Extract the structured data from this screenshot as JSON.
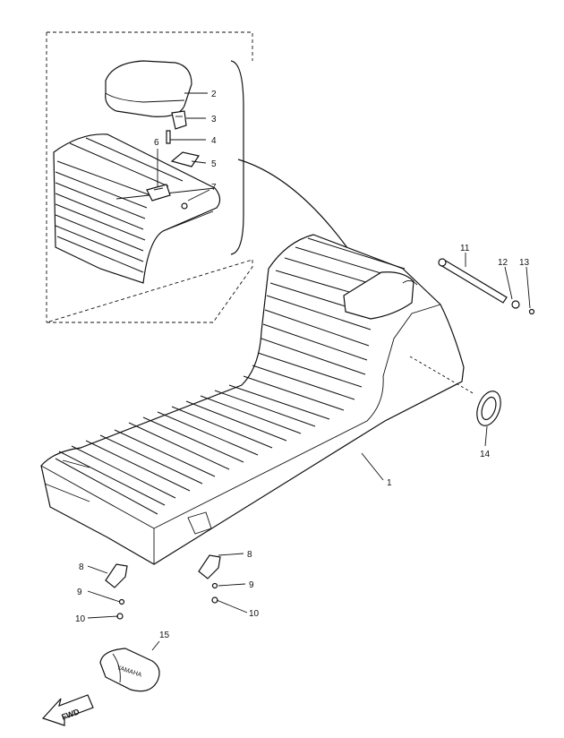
{
  "diagram": {
    "callouts": [
      {
        "id": "c2",
        "text": "2"
      },
      {
        "id": "c3",
        "text": "3"
      },
      {
        "id": "c4",
        "text": "4"
      },
      {
        "id": "c5",
        "text": "5"
      },
      {
        "id": "c6",
        "text": "6"
      },
      {
        "id": "c7",
        "text": "7"
      },
      {
        "id": "c11",
        "text": "11"
      },
      {
        "id": "c12",
        "text": "12"
      },
      {
        "id": "c13",
        "text": "13"
      },
      {
        "id": "c14",
        "text": "14"
      },
      {
        "id": "c1",
        "text": "1"
      },
      {
        "id": "c8a",
        "text": "8"
      },
      {
        "id": "c8b",
        "text": "8"
      },
      {
        "id": "c9a",
        "text": "9"
      },
      {
        "id": "c9b",
        "text": "9"
      },
      {
        "id": "c10a",
        "text": "10"
      },
      {
        "id": "c10b",
        "text": "10"
      },
      {
        "id": "c15",
        "text": "15"
      }
    ],
    "fwd_label": "FWD",
    "bag_label": "YAMAHA"
  }
}
